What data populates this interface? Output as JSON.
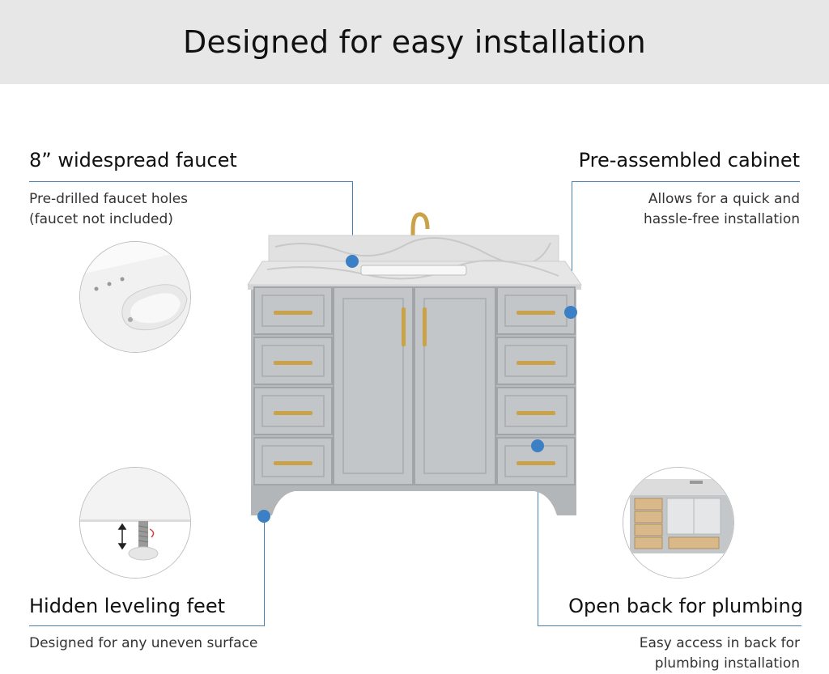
{
  "page": {
    "title": "Designed for easy installation"
  },
  "features": [
    {
      "id": "faucet",
      "title": "8” widespread faucet",
      "description": "Pre-drilled faucet holes\n(faucet not included)"
    },
    {
      "id": "cabinet",
      "title": "Pre-assembled cabinet",
      "description": "Allows for  a quick and\nhassle-free installation"
    },
    {
      "id": "feet",
      "title": "Hidden leveling feet",
      "description": "Designed for any uneven surface"
    },
    {
      "id": "back",
      "title": "Open back for plumbing",
      "description": "Easy access in back for\nplumbing installation"
    }
  ],
  "colors": {
    "banner_bg": "#e7e7e7",
    "accent_dot": "#3b7fc4",
    "leader_line": "#4a7fae",
    "cabinet_gray": "#b9bcbf",
    "hardware_gold": "#c9a24a",
    "marble": "#e4e4e4"
  },
  "icons": [
    "vanity-product-image",
    "sink-closeup-image",
    "leveling-foot-image",
    "open-back-image"
  ]
}
